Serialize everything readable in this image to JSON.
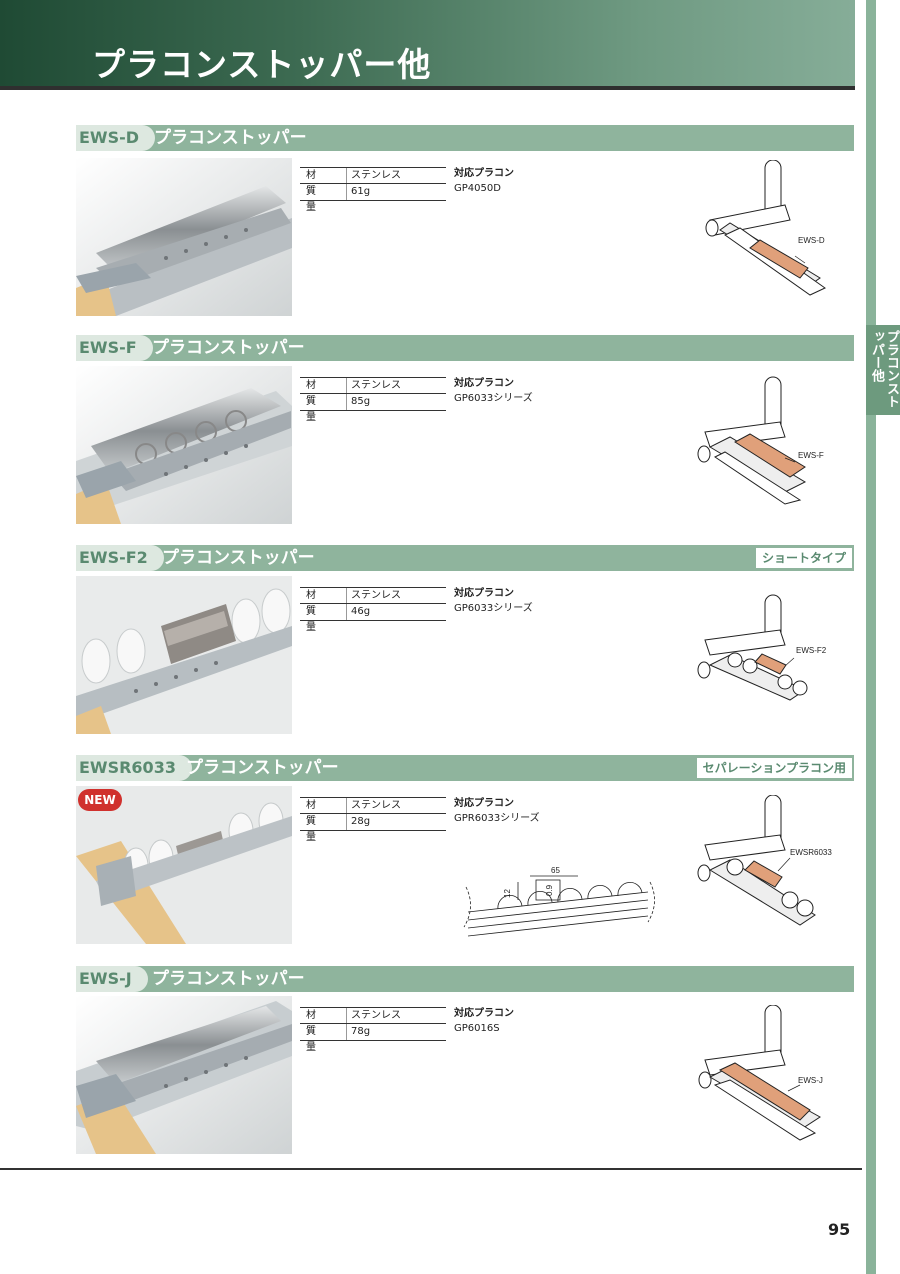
{
  "page": {
    "title": "プラコンストッパー他",
    "side_tab": "プラコンストッパー他",
    "page_number": "95",
    "colors": {
      "header_dark": "#1f4a34",
      "section_bar": "#8fb49d",
      "copper": "#e0a07a",
      "new_badge": "#d0312d"
    }
  },
  "spec_labels": {
    "material": "材　質",
    "weight": "質　量",
    "compat_title": "対応プラコン"
  },
  "sections": [
    {
      "code": "EWS-D",
      "name": "プラコンストッパー",
      "tag": "",
      "material": "ステンレス",
      "weight": "61g",
      "compat": "GP4050D",
      "diagram_label": "EWS-D"
    },
    {
      "code": "EWS-F",
      "name": "プラコンストッパー",
      "tag": "",
      "material": "ステンレス",
      "weight": "85g",
      "compat": "GP6033シリーズ",
      "diagram_label": "EWS-F"
    },
    {
      "code": "EWS-F2",
      "name": "プラコンストッパー",
      "tag": "ショートタイプ",
      "material": "ステンレス",
      "weight": "46g",
      "compat": "GP6033シリーズ",
      "diagram_label": "EWS-F2"
    },
    {
      "code": "EWSR6033",
      "name": "プラコンストッパー",
      "tag": "セパレーションプラコン用",
      "material": "ステンレス",
      "weight": "28g",
      "compat": "GPR6033シリーズ",
      "diagram_label": "EWSR6033"
    },
    {
      "code": "EWS-J",
      "name": "プラコンストッパー",
      "tag": "",
      "material": "ステンレス",
      "weight": "78g",
      "compat": "GP6016S",
      "diagram_label": "EWS-J"
    }
  ],
  "new_badge": "NEW",
  "dimension": {
    "width": "65",
    "h1": "12",
    "h2": "0.9"
  }
}
